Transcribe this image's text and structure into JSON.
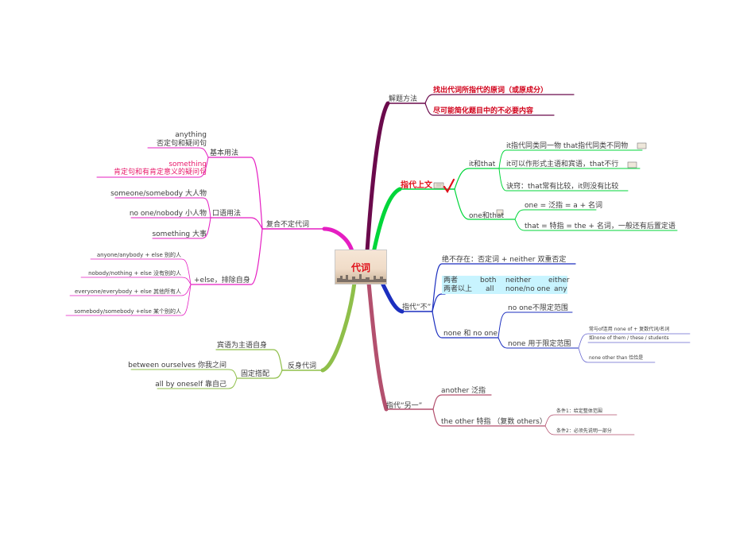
{
  "center": {
    "title": "代词"
  },
  "colors": {
    "purple": "#6b0a4c",
    "green": "#00d63a",
    "blue": "#1c2fbf",
    "mauve": "#b3506e",
    "magenta": "#e51ec2",
    "olive": "#8fbf4a",
    "red_text": "#e0101a"
  },
  "branches": {
    "jieti": {
      "label": "解题方法",
      "items": [
        "找出代词所指代的原词（或原成分）",
        "尽可能简化题目中的不必要内容"
      ]
    },
    "shangwen": {
      "label": "指代上文",
      "it_that": {
        "label": "it和that",
        "items": [
          "it指代同类同一物 that指代同类不同物",
          "it可以作形式主语和宾语，that不行",
          "诀窍：that常有比较，it则没有比较"
        ]
      },
      "one_that": {
        "label": "one和that",
        "items": [
          "one = 泛指 = a + 名词",
          "that = 特指 = the + 名词，一般还有后置定语"
        ]
      }
    },
    "bu": {
      "label": "指代“不”",
      "top": "绝不存在：否定词 + neither 双重否定",
      "table": {
        "row1": [
          "两者",
          "both",
          "neither",
          "either"
        ],
        "row2": [
          "两者以上",
          "all",
          "none/no one",
          "any"
        ]
      },
      "none": {
        "label": "none 和 no one",
        "items": [
          "no one不限定范围",
          "none 用于限定范围"
        ],
        "sub": {
          "line1": "常与of连用  none of + 复数代词/名词",
          "line2": "如none of them / these / students",
          "line3": "none other than 恰恰是"
        }
      }
    },
    "ling": {
      "label": "指代“另一”",
      "another": "another 泛指",
      "the_other": "the other 特指 （复数 others）",
      "conds": [
        "条件1：给定整体范围",
        "条件2：必须先说明一部分"
      ]
    },
    "fuhe": {
      "label": "复合不定代词",
      "jiben": {
        "label": "基本用法",
        "a1": "anything",
        "a2": "否定句和疑问句",
        "s1": "something",
        "s2": "肯定句和有肯定意义的疑问句"
      },
      "kouyu": {
        "label": "口语用法",
        "items": [
          "someone/somebody 大人物",
          "no one/nobody 小人物",
          "something 大事"
        ]
      },
      "else": {
        "label": "+else，排除自身",
        "items": [
          "anyone/anybody + else 别的人",
          "nobody/nothing + else 没有别的人",
          "everyone/everybody + else 其他所有人",
          "somebody/somebody +else 某个别的人"
        ]
      }
    },
    "fanshen": {
      "label": "反身代词",
      "binyu": "宾语为主语自身",
      "guding": {
        "label": "固定搭配",
        "items": [
          "between ourselves 你我之间",
          "all by oneself 靠自己"
        ]
      }
    }
  }
}
